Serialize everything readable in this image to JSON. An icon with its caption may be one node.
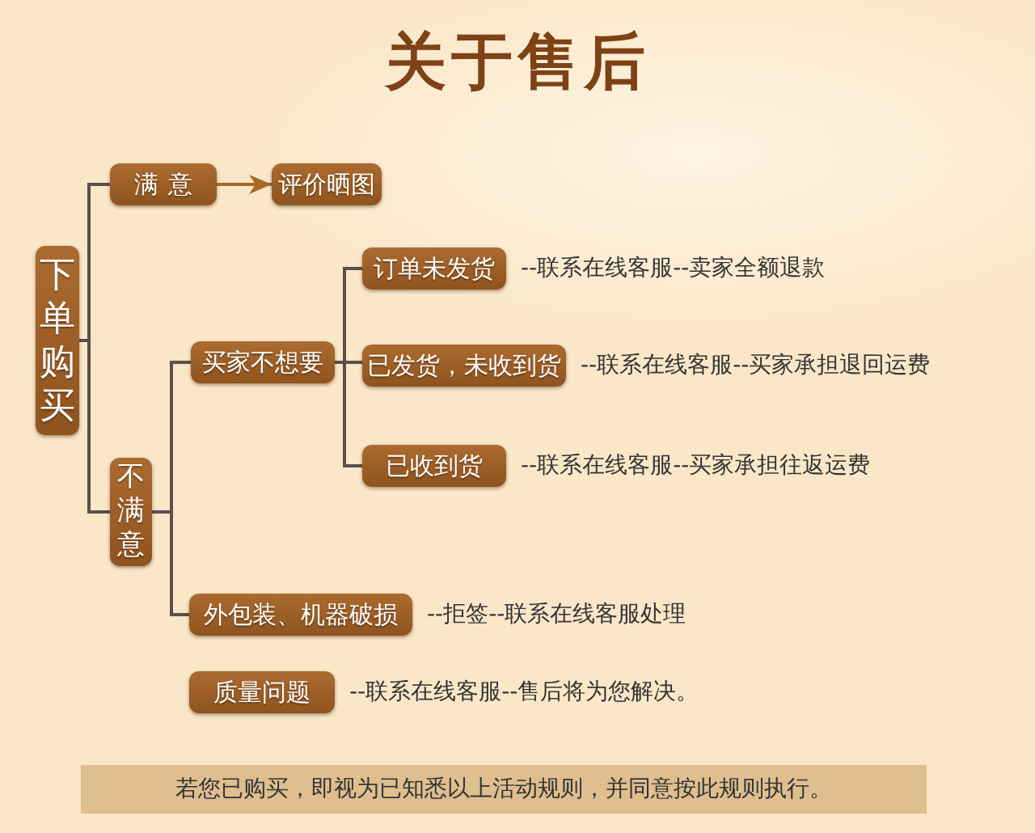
{
  "diagram": {
    "title": "关于售后",
    "nodes": [
      {
        "text": [
          "下单购买"
        ]
      },
      {
        "text": [
          "满意"
        ]
      },
      {
        "text": [
          "评价晒图"
        ]
      },
      {
        "text": [
          "不满意"
        ]
      },
      {
        "text": [
          "买家不想要"
        ]
      },
      {
        "text": [
          "订单未发货"
        ],
        "beside": [
          "--联系在线客服--卖家全额退款"
        ]
      },
      {
        "text": [
          "已发货，未收到货"
        ],
        "beside": [
          "--联系在线客服--买家承担退回运费"
        ]
      },
      {
        "text": [
          "已收到货"
        ],
        "beside": [
          "--联系在线客服--买家承担往返运费"
        ]
      },
      {
        "text": [
          "外包装、机器破损"
        ],
        "beside": [
          "--拒签--联系在线客服处理"
        ]
      },
      {
        "text": [
          "质量问题"
        ],
        "beside": [
          "--联系在线客服--售后将为您解决。"
        ]
      },
      {
        "text": [
          "若您已购买，即视为已知悉以上活动规则，并同意按此规则执行。"
        ]
      }
    ],
    "edges": [
      {
        "from": 0,
        "to": 1,
        "arrow": "none"
      },
      {
        "from": 0,
        "to": 3,
        "arrow": "none"
      },
      {
        "from": 1,
        "to": 2,
        "arrow": "to",
        "color": "#a6692c"
      },
      {
        "from": 3,
        "to": 4,
        "arrow": "none"
      },
      {
        "from": 3,
        "to": 8,
        "arrow": "none"
      },
      {
        "from": 4,
        "to": 5,
        "arrow": "none"
      },
      {
        "from": 4,
        "to": 6,
        "arrow": "none"
      },
      {
        "from": 4,
        "to": 7,
        "arrow": "none"
      }
    ]
  }
}
